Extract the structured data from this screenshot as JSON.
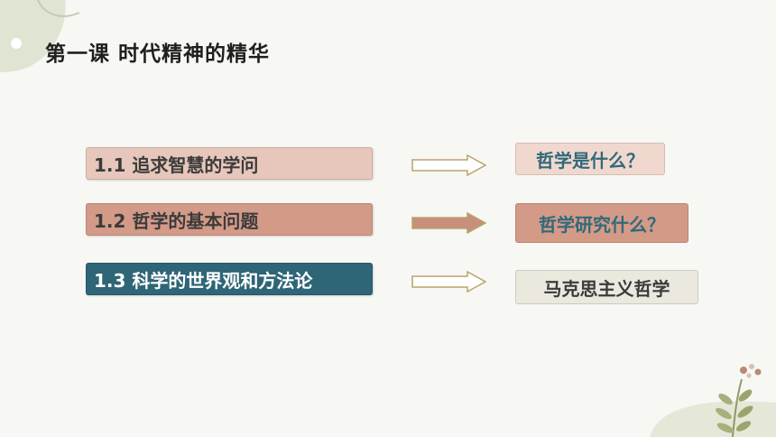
{
  "title": "第一课 时代精神的精华",
  "rows": [
    {
      "label": "1.1  追求智慧的学问",
      "answer": "哲学是什么？",
      "box_bg": "#e7c7bb",
      "box_fg": "#3b3b3b",
      "arrow_fill": "#ffffff",
      "arrow_stroke": "#b8a46a",
      "ans_bg": "#f1d8cf",
      "ans_fg": "#2f6a7a"
    },
    {
      "label": "1.2  哲学的基本问题",
      "answer": "哲学研究什么？",
      "box_bg": "#d39a88",
      "box_fg": "#3b3b3b",
      "arrow_fill": "#c98e7c",
      "arrow_stroke": "#b8a46a",
      "ans_bg": "#d39a88",
      "ans_fg": "#2f6a7a"
    },
    {
      "label": "1.3 科学的世界观和方法论",
      "answer": "马克思主义哲学",
      "box_bg": "#2e6577",
      "box_fg": "#ffffff",
      "arrow_fill": "#ffffff",
      "arrow_stroke": "#b8a46a",
      "ans_bg": "#ebe8de",
      "ans_fg": "#3b3b3b"
    }
  ]
}
